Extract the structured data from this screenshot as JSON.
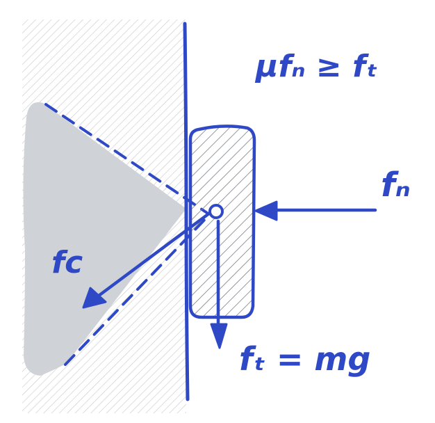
{
  "diagram": {
    "equation": "μfₙ ≥ fₜ",
    "labels": {
      "normal_force": "fₙ",
      "friction_force": "fₜ = mg",
      "contact_force": "fc"
    }
  },
  "colors": {
    "ink": "#2f49c6",
    "block_hatch": "#7a7f86",
    "wall_hatch": "#c7c7c7",
    "friction_cone_fill": "#cfd3d8",
    "background": "#ffffff"
  }
}
